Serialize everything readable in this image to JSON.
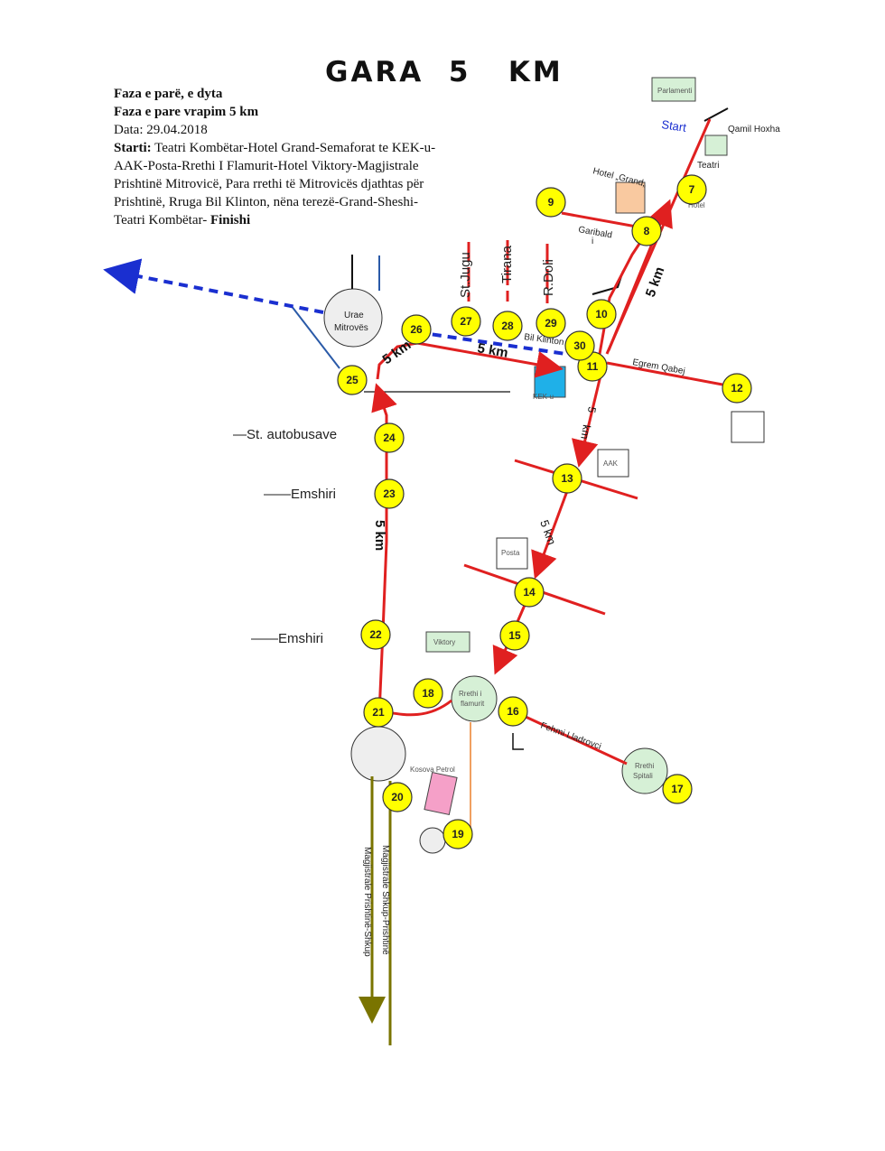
{
  "title": "GARA  5   KM",
  "info": {
    "phase1": "Faza e parë, e dyta",
    "phase2": "Faza e pare vrapim 5 km",
    "date": "Data: 29.04.2018",
    "start_label": "Starti:",
    "route": " Teatri Kombëtar-Hotel Grand-Semaforat te KEK-u-AAK-Posta-Rrethi I Flamurit-Hotel Viktory-Magjistrale Prishtinë Mitrovicë, Para rrethi të Mitrovicës djathtas për Prishtinë, Rruga Bil Klinton, nëna terezë-Grand-Sheshi-Teatri Kombëtar- ",
    "finish_label": "Finishi"
  },
  "map": {
    "start": "Start",
    "labels": {
      "garibaldi": "Garibald",
      "garibaldi2": "i",
      "st_jugu": "St.Jugu",
      "tirana": "Tirana",
      "r_doli": "R.Doli",
      "bil": "Bil Klinton",
      "egrem": "Egrem Qabej",
      "autobusave": "—St. autobusave",
      "emshiri1": "——Emshiri",
      "emshiri2": "——Emshiri",
      "fehmi": "Fehmi Lladrovci",
      "magj1": "Magjistrale Prishtinë-Shkup",
      "magj2": "Magjistrale Shkup-Prishtinë",
      "hotel_grand": "Hotel „Grand„",
      "urae": "Urae",
      "mitroves": "Mitrovës",
      "rrethi_f1": "Rrethi i",
      "rrethi_f2": "flamurit",
      "rrethi_s1": "Rrethi",
      "rrethi_s2": "Spitali"
    },
    "landmarks": {
      "parlamenti": "Parlamenti",
      "teatri": "Teatri",
      "hotel": "Hotel",
      "kek": "KEK-u",
      "aak": "AAK",
      "posta": "Posta",
      "viktory": "Viktory",
      "kosova_petrol": "Kosova Petrol",
      "qamil": "Qamil Hoxha"
    },
    "km_labels": [
      "5 km",
      "5 km",
      "5 km",
      "5 km",
      "5",
      "km",
      "5 km"
    ],
    "checkpoints": [
      "7",
      "8",
      "9",
      "10",
      "11",
      "12",
      "13",
      "14",
      "15",
      "16",
      "17",
      "18",
      "19",
      "20",
      "21",
      "22",
      "23",
      "24",
      "25",
      "26",
      "27",
      "28",
      "29",
      "30"
    ],
    "colors": {
      "route": "#e02020",
      "dashed": "#1a2fd0",
      "checkpoint": "#ffff00",
      "magjistrale": "#7a7400",
      "connector": "#f0a060",
      "lines": "#2a5aa8"
    }
  }
}
